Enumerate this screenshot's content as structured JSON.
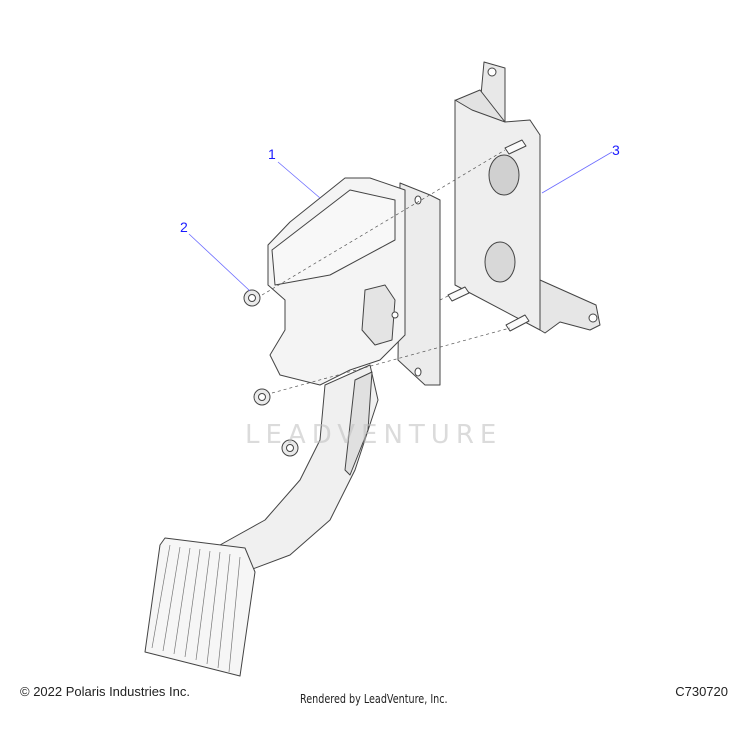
{
  "diagram": {
    "callouts": [
      "1",
      "2",
      "3"
    ],
    "watermark": "LEADVENTURE",
    "accent_color": "#1a1aff"
  },
  "footer": {
    "copyright": "© 2022 Polaris Industries Inc.",
    "rendered_by": "Rendered by LeadVenture, Inc.",
    "diagram_code": "C730720"
  }
}
